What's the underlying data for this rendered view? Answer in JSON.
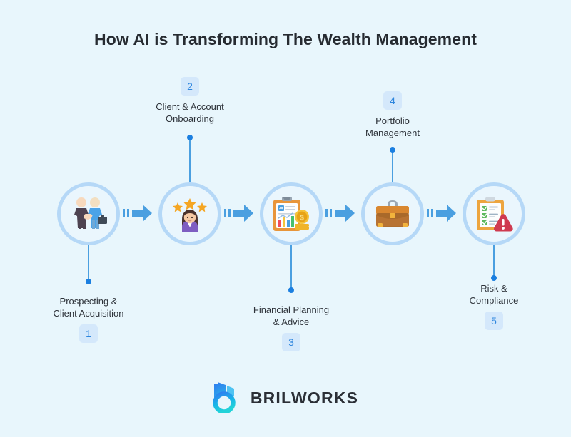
{
  "page": {
    "background_color": "#e8f6fc",
    "title": "How AI is Transforming The Wealth Management"
  },
  "theme": {
    "ring_color": "#b5d8f7",
    "ring_fill": "#eaf6fd",
    "arrow_color": "#4a9fe0",
    "stem_color": "#4a9fe0",
    "dot_color": "#1b7fe0",
    "badge_bg": "#d4e8fb",
    "badge_text": "#2e86de",
    "label_color": "#2d3239",
    "title_color": "#262b31"
  },
  "steps": [
    {
      "number": "1",
      "label": "Prospecting &\nClient Acquisition",
      "icon": "handshake-icon",
      "label_position": "below"
    },
    {
      "number": "2",
      "label": "Client & Account\nOnboarding",
      "icon": "rating-person-icon",
      "label_position": "above"
    },
    {
      "number": "3",
      "label": "Financial Planning\n& Advice",
      "icon": "financial-report-icon",
      "label_position": "below"
    },
    {
      "number": "4",
      "label": "Portfolio\nManagement",
      "icon": "briefcase-icon",
      "label_position": "above"
    },
    {
      "number": "5",
      "label": "Risk &\nCompliance",
      "icon": "compliance-checklist-warning-icon",
      "label_position": "below"
    }
  ],
  "connectors": [
    {
      "name": "arrow-1-2"
    },
    {
      "name": "arrow-2-3"
    },
    {
      "name": "arrow-3-4"
    },
    {
      "name": "arrow-4-5"
    }
  ],
  "footer": {
    "brand_name": "BRILWORKS",
    "logo_icon": "brilworks-b-logo",
    "logo_gradient_start": "#2e7ef0",
    "logo_gradient_end": "#22d3d8"
  }
}
